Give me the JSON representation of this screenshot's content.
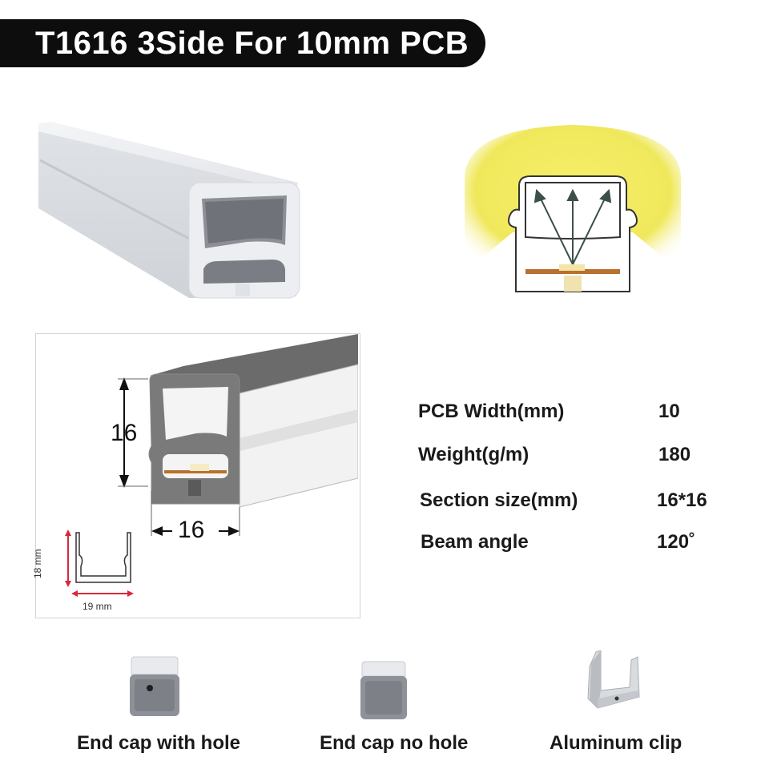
{
  "title": "T1616 3Side For 10mm PCB",
  "diagram": {
    "height_label": "16",
    "width_label": "16",
    "clip_height_label": "18 mm",
    "clip_width_label": "19 mm"
  },
  "specs": [
    {
      "label": "PCB Width(mm)",
      "value": "10"
    },
    {
      "label": "Weight(g/m)",
      "value": "180"
    },
    {
      "label": "Section size(mm)",
      "value": "16*16"
    },
    {
      "label": "Beam angle",
      "value": "120˚"
    }
  ],
  "accessories": [
    {
      "label": "End cap with hole",
      "icon": "end-cap-with-hole"
    },
    {
      "label": "End cap no hole",
      "icon": "end-cap-no-hole"
    },
    {
      "label": "Aluminum clip",
      "icon": "aluminum-clip"
    }
  ],
  "colors": {
    "title_bg": "#0d0d0d",
    "glow": "#f2e85a",
    "dimension_red": "#d8283c"
  }
}
